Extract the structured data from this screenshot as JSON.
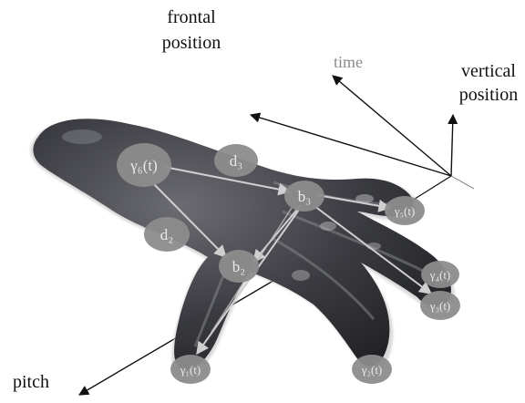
{
  "axes": {
    "frontal_line1": "frontal",
    "frontal_line2": "position",
    "time": "time",
    "vertical_line1": "vertical",
    "vertical_line2": "position",
    "pitch": "pitch"
  },
  "nodes": {
    "gamma6": "γ₆(t)",
    "d3": "d₃",
    "b3": "b₃",
    "d2": "d₂",
    "b2": "b₂",
    "gamma5": "γ₅(t)",
    "gamma4": "γ₄(t)",
    "gamma3": "γ₃(t)",
    "gamma1": "γ₁(t)",
    "gamma2": "γ₂(t)"
  },
  "colors": {
    "hand_dark": "#2f2f33",
    "hand_mid": "#55565c",
    "hand_highlight": "#9a9ba0",
    "node_fill": "#8c8c8c",
    "arrow": "#c8c8c8",
    "axis_line": "#111111"
  }
}
